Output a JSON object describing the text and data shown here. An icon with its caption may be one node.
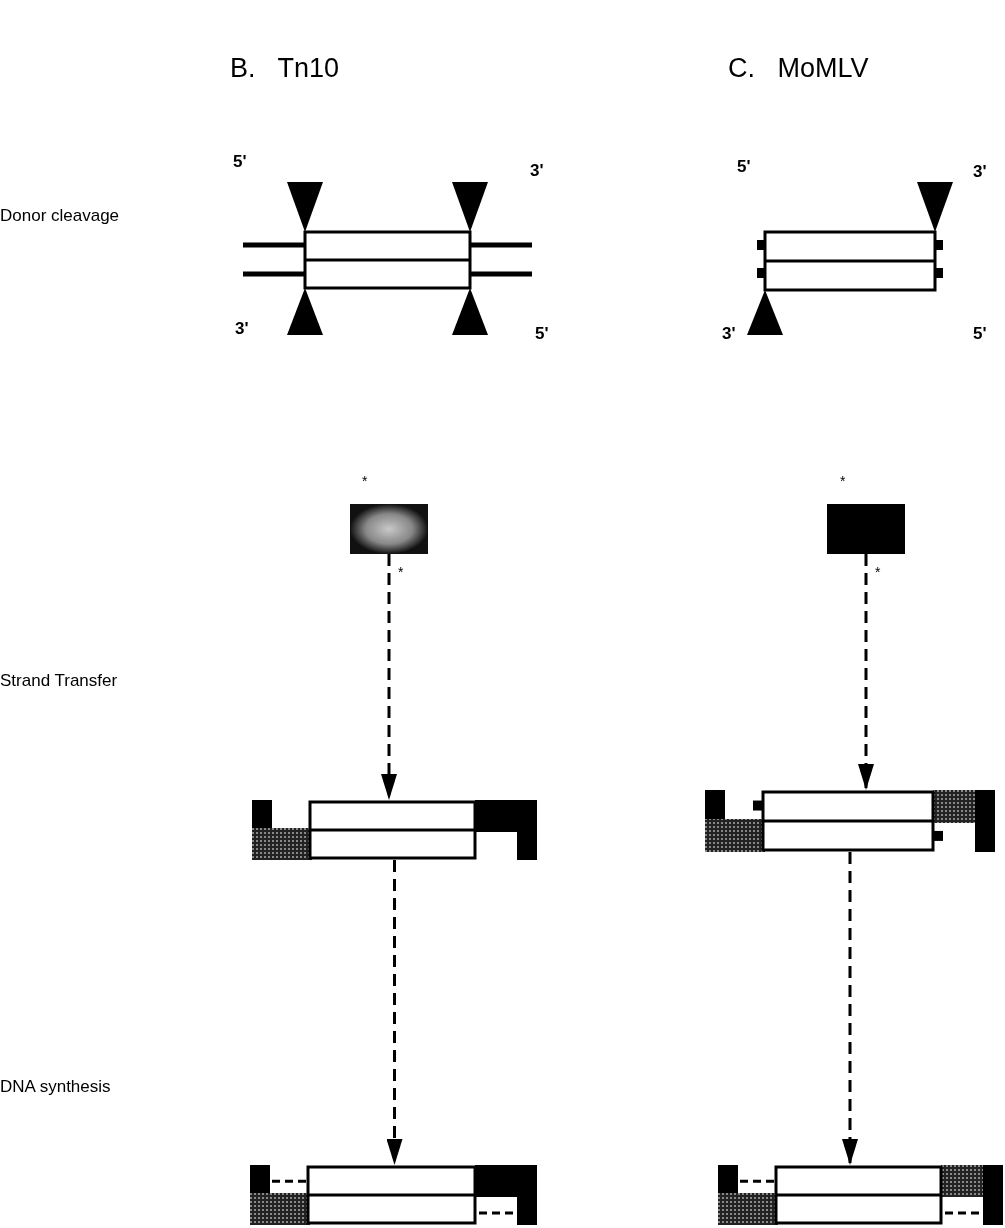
{
  "diagram": {
    "nodes": [
      {
        "text": [],
        "shape": "picture"
      },
      {
        "text": [],
        "shape": "picture"
      },
      {
        "text": [],
        "shape": "box"
      },
      {
        "text": [],
        "shape": "box"
      },
      {
        "text": [],
        "shape": "picture"
      },
      {
        "text": [],
        "shape": "picture"
      },
      {
        "text": [],
        "shape": "picture"
      },
      {
        "text": [],
        "shape": "picture"
      }
    ],
    "edges": [
      {
        "from": 2,
        "to": 4,
        "arrow": "to",
        "style": "dashed"
      },
      {
        "from": 3,
        "to": 5,
        "arrow": "to",
        "style": "dashed"
      },
      {
        "from": 4,
        "to": 6,
        "arrow": "to",
        "style": "dashed"
      },
      {
        "from": 5,
        "to": 7,
        "arrow": "to",
        "style": "dashed"
      }
    ],
    "labels": [
      "B.   Tn10",
      "C.   MoMLV",
      "5'",
      "3'",
      "5'",
      "3'",
      "Donor cleavage",
      "3'",
      "5'",
      "3'",
      "5'",
      "*",
      "*",
      "*",
      "*",
      "Strand Transfer",
      "DNA synthesis"
    ]
  }
}
